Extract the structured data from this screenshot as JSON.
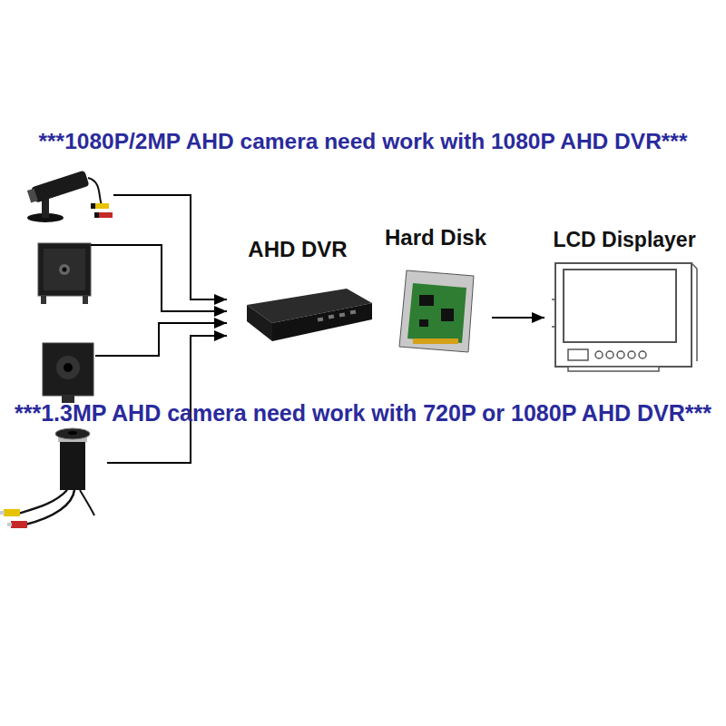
{
  "diagram": {
    "nodes": [
      {
        "text": [
          "AHD DVR"
        ]
      },
      {
        "text": [
          "Hard Disk"
        ]
      },
      {
        "text": [
          "LCD Displayer"
        ]
      }
    ],
    "edges": [
      {
        "from": 1,
        "to": 2,
        "arrow": "to"
      }
    ],
    "labels": [
      "***1080P/2MP AHD camera need work with 1080P AHD DVR***",
      "***1.3MP AHD camera need work with 720P or 1080P AHD DVR***"
    ]
  }
}
